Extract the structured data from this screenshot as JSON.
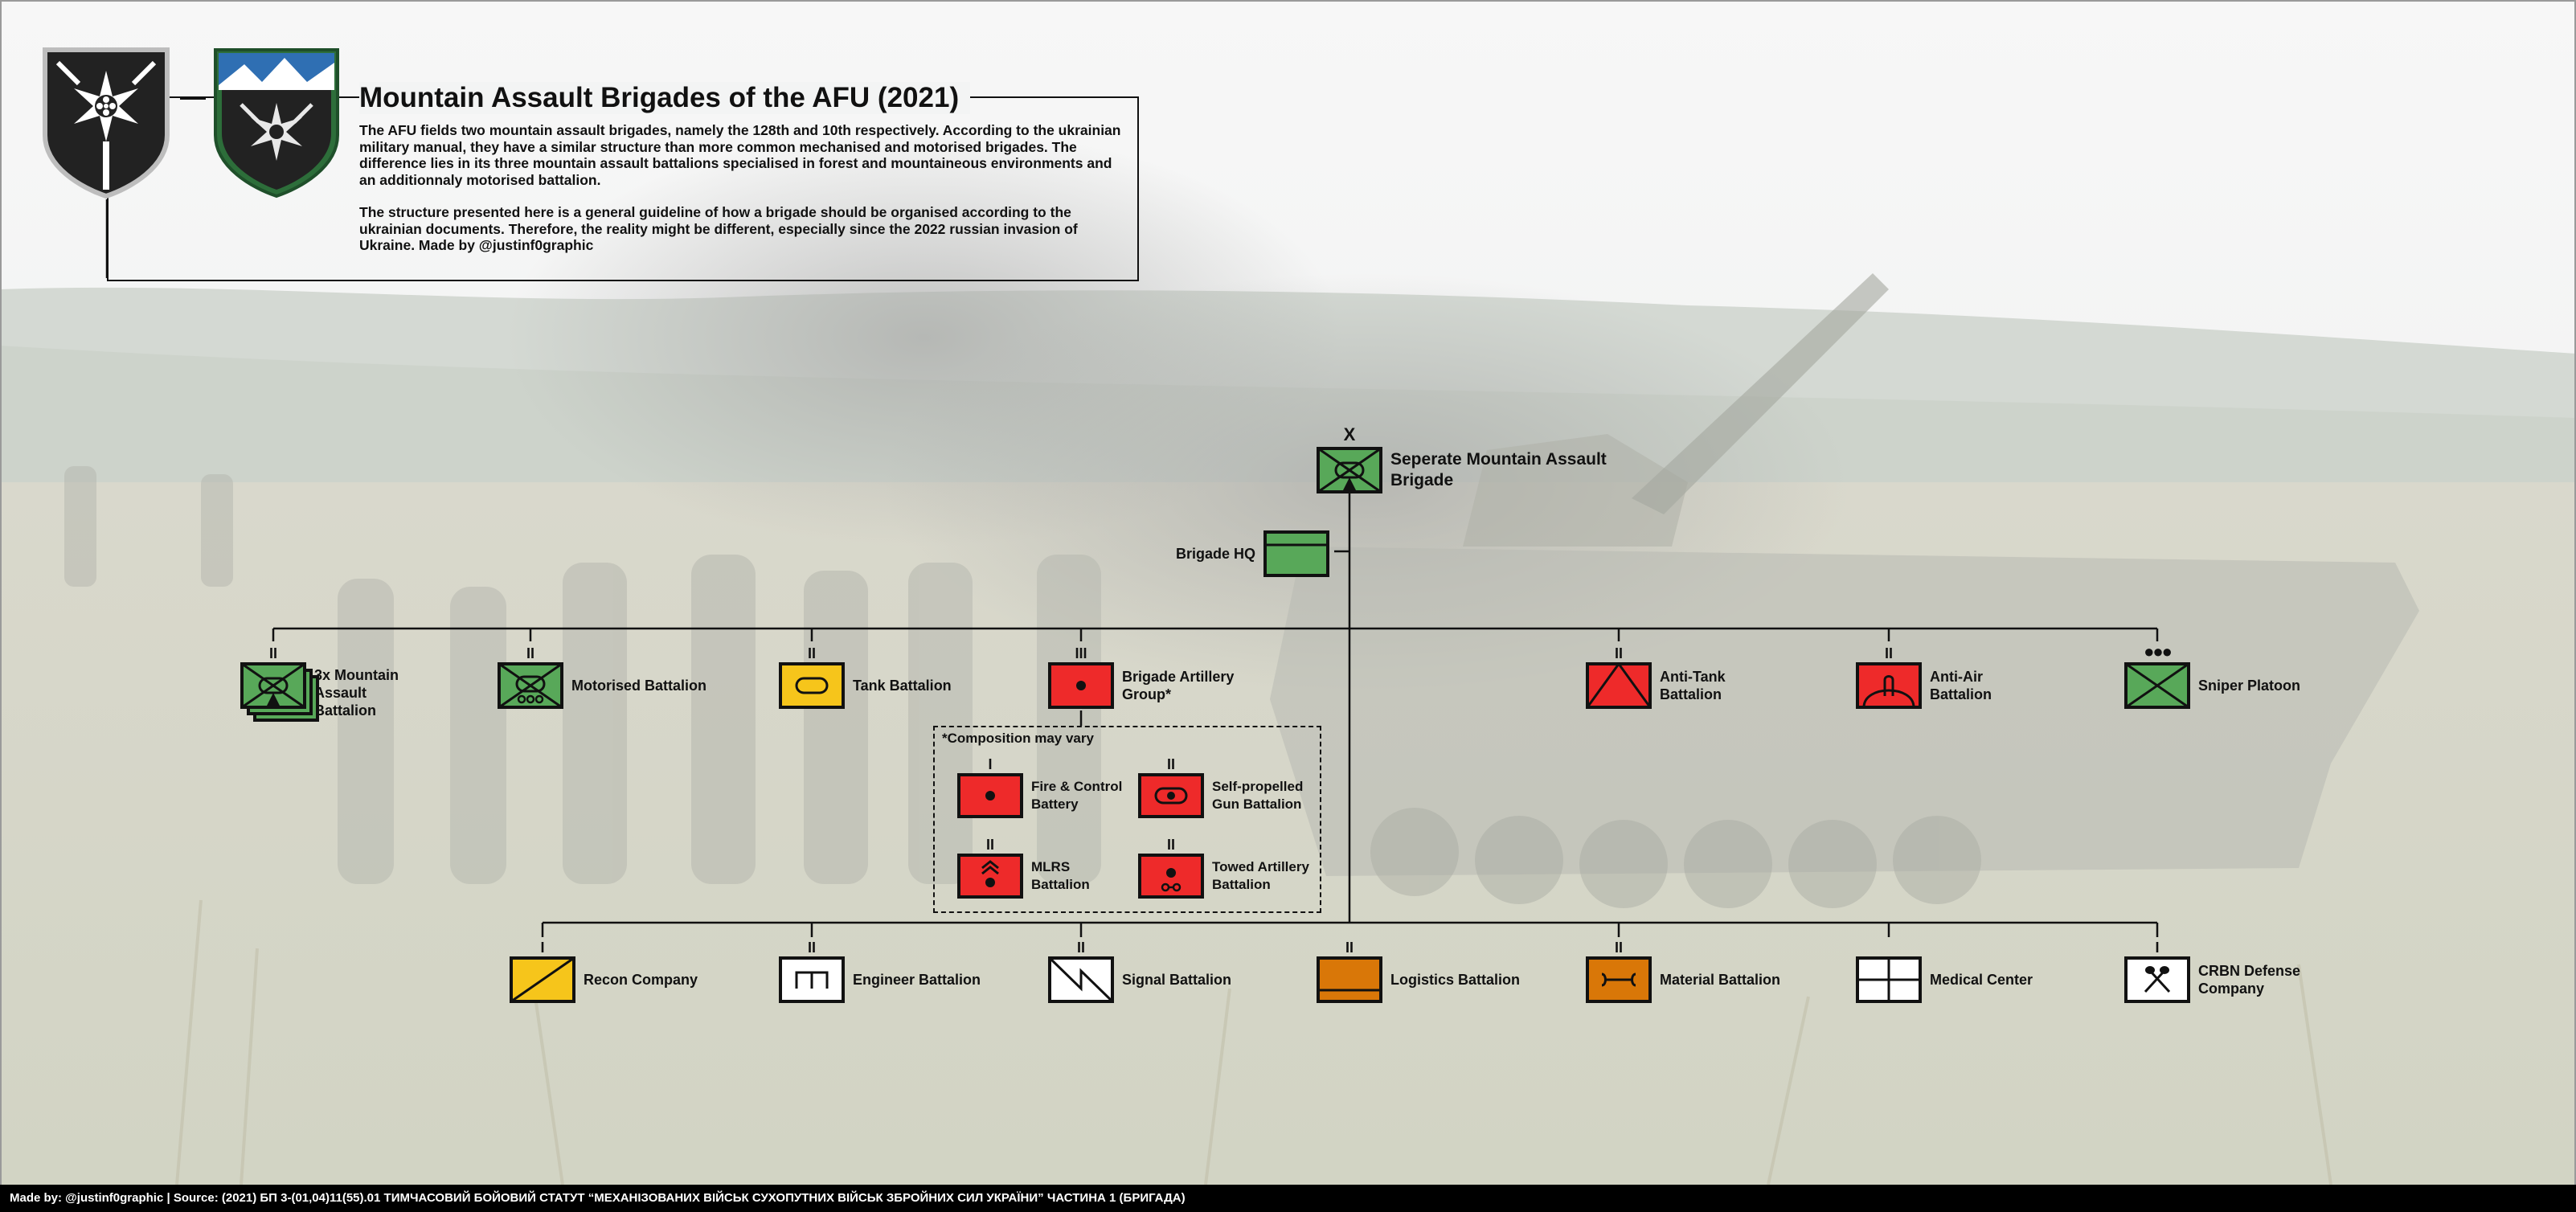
{
  "header": {
    "title": "Mountain Assault Brigades of the AFU (2021)",
    "paragraph1": "The AFU fields two mountain assault brigades, namely the 128th and 10th respectively. According to the ukrainian military manual, they have a similar structure than more common mechanised and motorised brigades. The difference lies in its three mountain assault battalions specialised in forest and mountaineous environments and an additionnaly motorised battalion.",
    "paragraph2": "The structure presented here is a general guideline of how a brigade should be organised according to the ukrainian documents. Therefore, the reality might be different, especially since the 2022 russian invasion of Ukraine. Made by @justinf0graphic"
  },
  "colors": {
    "friendly": "#58a859",
    "hostile_red": "#ee2a2a",
    "armor_yellow": "#f6c51b",
    "logistics_orange": "#d97708",
    "neutral_white": "#ffffff",
    "outline": "#111111"
  },
  "top": {
    "brigade": {
      "label": "Seperate Mountain Assault Brigade",
      "echelon": "X",
      "icon": "mountain-infantry-icon"
    },
    "hq": {
      "label": "Brigade HQ",
      "icon": "hq-icon"
    }
  },
  "row1": [
    {
      "id": "mountain-assault",
      "label": "3x Mountain Assault Battalion",
      "echelon": "II",
      "icon": "mountain-infantry-icon"
    },
    {
      "id": "motorised",
      "label": "Motorised Battalion",
      "echelon": "II",
      "icon": "motorised-infantry-icon"
    },
    {
      "id": "tank",
      "label": "Tank Battalion",
      "echelon": "II",
      "icon": "armor-icon"
    },
    {
      "id": "artillery-group",
      "label": "Brigade Artillery Group*",
      "echelon": "III",
      "icon": "artillery-icon"
    },
    {
      "id": "anti-tank",
      "label": "Anti-Tank Battalion",
      "echelon": "II",
      "icon": "anti-tank-icon"
    },
    {
      "id": "anti-air",
      "label": "Anti-Air Battalion",
      "echelon": "II",
      "icon": "air-defense-icon"
    },
    {
      "id": "sniper",
      "label": "Sniper Platoon",
      "echelon": "●●●",
      "icon": "infantry-icon"
    }
  ],
  "artillery": {
    "note": "*Composition may vary",
    "units": [
      {
        "id": "fire-control",
        "label": "Fire & Control Battery",
        "echelon": "I",
        "icon": "artillery-icon"
      },
      {
        "id": "sp-gun",
        "label": "Self-propelled Gun Battalion",
        "echelon": "II",
        "icon": "self-propelled-artillery-icon"
      },
      {
        "id": "mlrs",
        "label": "MLRS Battalion",
        "echelon": "II",
        "icon": "rocket-artillery-icon"
      },
      {
        "id": "towed",
        "label": "Towed Artillery Battalion",
        "echelon": "II",
        "icon": "towed-artillery-icon"
      }
    ]
  },
  "row2": [
    {
      "id": "recon",
      "label": "Recon Company",
      "echelon": "I",
      "icon": "reconnaissance-icon"
    },
    {
      "id": "engineer",
      "label": "Engineer Battalion",
      "echelon": "II",
      "icon": "engineer-icon"
    },
    {
      "id": "signal",
      "label": "Signal Battalion",
      "echelon": "II",
      "icon": "signal-icon"
    },
    {
      "id": "logistics",
      "label": "Logistics Battalion",
      "echelon": "II",
      "icon": "logistics-icon"
    },
    {
      "id": "material",
      "label": "Material Battalion",
      "echelon": "II",
      "icon": "maintenance-icon"
    },
    {
      "id": "medical",
      "label": "Medical Center",
      "echelon": "",
      "icon": "medical-icon"
    },
    {
      "id": "crbn",
      "label": "CRBN Defense Company",
      "echelon": "I",
      "icon": "cbrn-icon"
    }
  ],
  "footer": {
    "text": "Made by: @justinf0graphic | Source: (2021) БП 3-(01,04)11(55).01 ТИМЧАСОВИЙ БОЙОВИЙ СТАТУТ “МЕХАНІЗОВАНИХ ВІЙСЬК СУХОПУТНИХ ВІЙСЬК ЗБРОЙНИХ СИЛ УКРАЇНИ” ЧАСТИНА 1 (БРИГАДА)"
  }
}
